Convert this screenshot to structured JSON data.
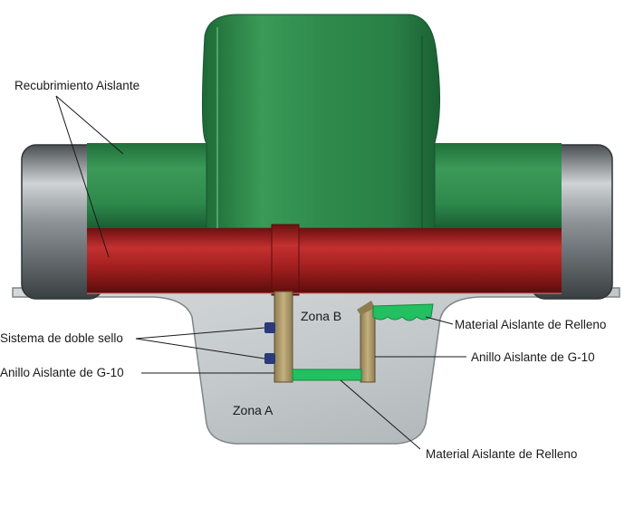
{
  "labels": {
    "recubrimiento": "Recubrimiento Aislante",
    "doble_sello": "Sistema de doble sello",
    "anillo_left": "Anillo Aislante de G-10",
    "relleno_right": "Material Aislante de Relleno",
    "anillo_right": "Anillo Aislante de G-10",
    "relleno_bottom": "Material Aislante de Relleno"
  },
  "zones": {
    "zona_a": "Zona A",
    "zona_b": "Zona B"
  },
  "colors": {
    "coating_green": "#2f8a4c",
    "pipe_red": "#a01e1e",
    "body_gray": "#c9ced0",
    "ring_tan": "#b39e6e",
    "seal_blue": "#2a3a7a",
    "filler_green": "#22c060"
  }
}
